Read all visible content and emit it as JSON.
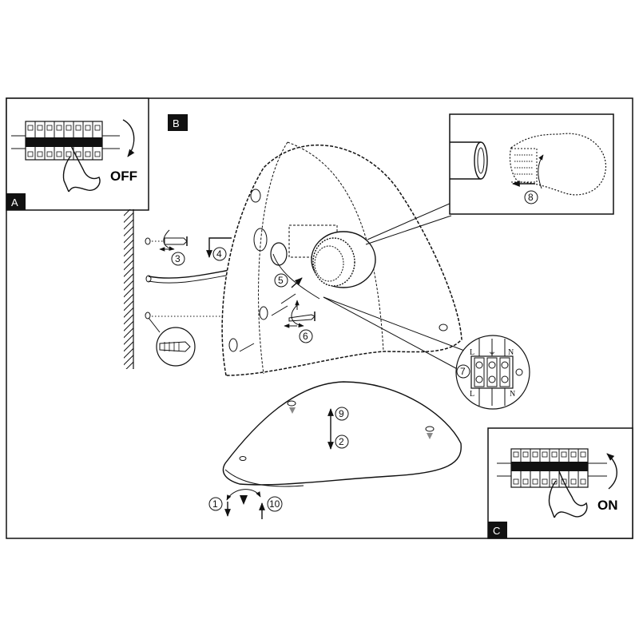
{
  "panels": {
    "a_letter": "A",
    "b_letter": "B",
    "c_letter": "C"
  },
  "power": {
    "off_label": "OFF",
    "on_label": "ON"
  },
  "steps": [
    "1",
    "2",
    "3",
    "4",
    "5",
    "6",
    "7",
    "8",
    "9",
    "10"
  ],
  "terminals": {
    "top": [
      "L",
      "⏚",
      "N"
    ],
    "bottom": [
      "L",
      "N"
    ]
  },
  "icons": [
    "breaker-icon",
    "hand-icon",
    "curved-arrow-icon",
    "screw-icon",
    "wall-plug-icon",
    "bulb-icon",
    "lamp-socket-icon",
    "ground-symbol-icon"
  ]
}
